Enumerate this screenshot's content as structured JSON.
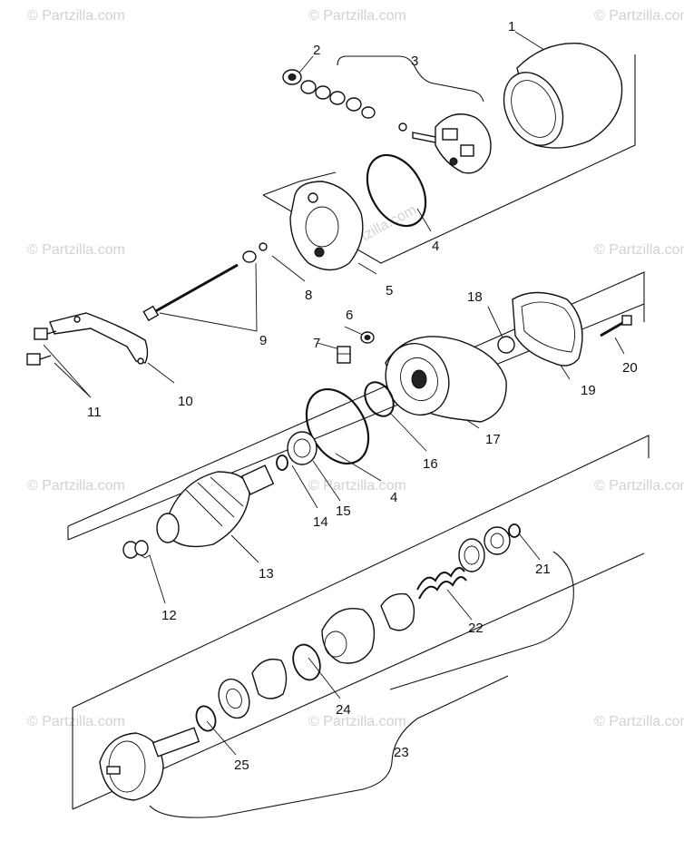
{
  "watermark": "© Partzilla.com",
  "callouts": {
    "c1": "1",
    "c2": "2",
    "c3": "3",
    "c4a": "4",
    "c4b": "4",
    "c5": "5",
    "c6": "6",
    "c7": "7",
    "c8": "8",
    "c9": "9",
    "c10": "10",
    "c11": "11",
    "c12": "12",
    "c13": "13",
    "c14": "14",
    "c15": "15",
    "c16": "16",
    "c17": "17",
    "c18": "18",
    "c19": "19",
    "c20": "20",
    "c21": "21",
    "c22": "22",
    "c23": "23",
    "c24": "24",
    "c25": "25"
  }
}
